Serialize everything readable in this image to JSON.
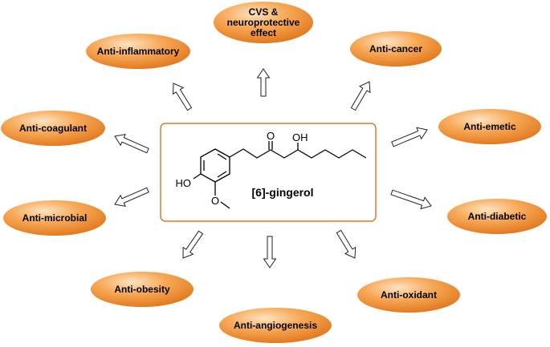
{
  "compound": {
    "name": "[6]-gingerol",
    "atoms": {
      "ketone_o": "O",
      "oh": "OH",
      "ho": "HO",
      "methoxy_o": "O"
    }
  },
  "effects": [
    {
      "id": "cvs",
      "lines": [
        "CVS &",
        "neuroprotective",
        "effect"
      ]
    },
    {
      "id": "anti-inflammatory",
      "lines": [
        "Anti-inflammatory"
      ]
    },
    {
      "id": "anti-cancer",
      "lines": [
        "Anti-cancer"
      ]
    },
    {
      "id": "anti-coagulant",
      "lines": [
        "Anti-coagulant"
      ]
    },
    {
      "id": "anti-emetic",
      "lines": [
        "Anti-emetic"
      ]
    },
    {
      "id": "anti-microbial",
      "lines": [
        "Anti-microbial"
      ]
    },
    {
      "id": "anti-diabetic",
      "lines": [
        "Anti-diabetic"
      ]
    },
    {
      "id": "anti-obesity",
      "lines": [
        "Anti-obesity"
      ]
    },
    {
      "id": "anti-oxidant",
      "lines": [
        "Anti-oxidant"
      ]
    },
    {
      "id": "anti-angiogenesis",
      "lines": [
        "Anti-angiogenesis"
      ]
    }
  ],
  "colors": {
    "ellipse_light": "#fde3c2",
    "ellipse_mid": "#f59a3a",
    "ellipse_dark": "#e0741a",
    "box_border": "#e07a2a",
    "arrow": "#222222"
  }
}
